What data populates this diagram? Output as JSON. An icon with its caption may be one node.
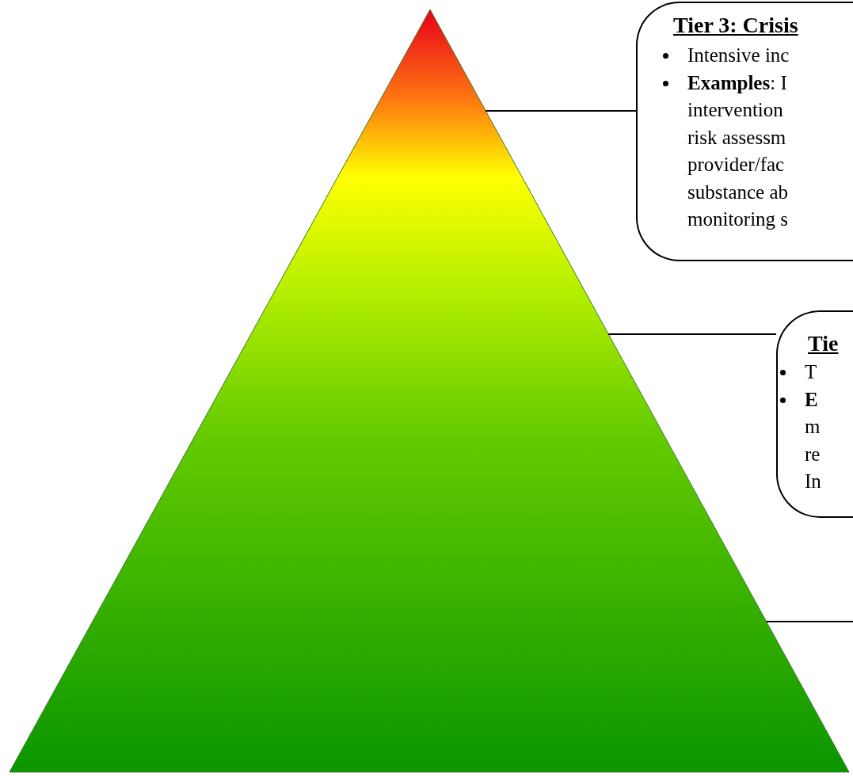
{
  "diagram": {
    "nodes": [
      {
        "text": [],
        "shape": "triangle"
      },
      {
        "text": [
          "Tier 3: Crisis",
          "Intensive inc",
          "**Examples**: I intervention risk assessm provider/fac substance ab monitoring s"
        ]
      },
      {
        "text": [
          "Tie",
          "T",
          "**E** m re In"
        ]
      }
    ],
    "edges": [
      {
        "from": 1,
        "to": 0,
        "arrow": "none"
      },
      {
        "from": 2,
        "to": 0,
        "arrow": "none"
      },
      {
        "from": null,
        "to": 0,
        "arrow": "none"
      }
    ]
  }
}
